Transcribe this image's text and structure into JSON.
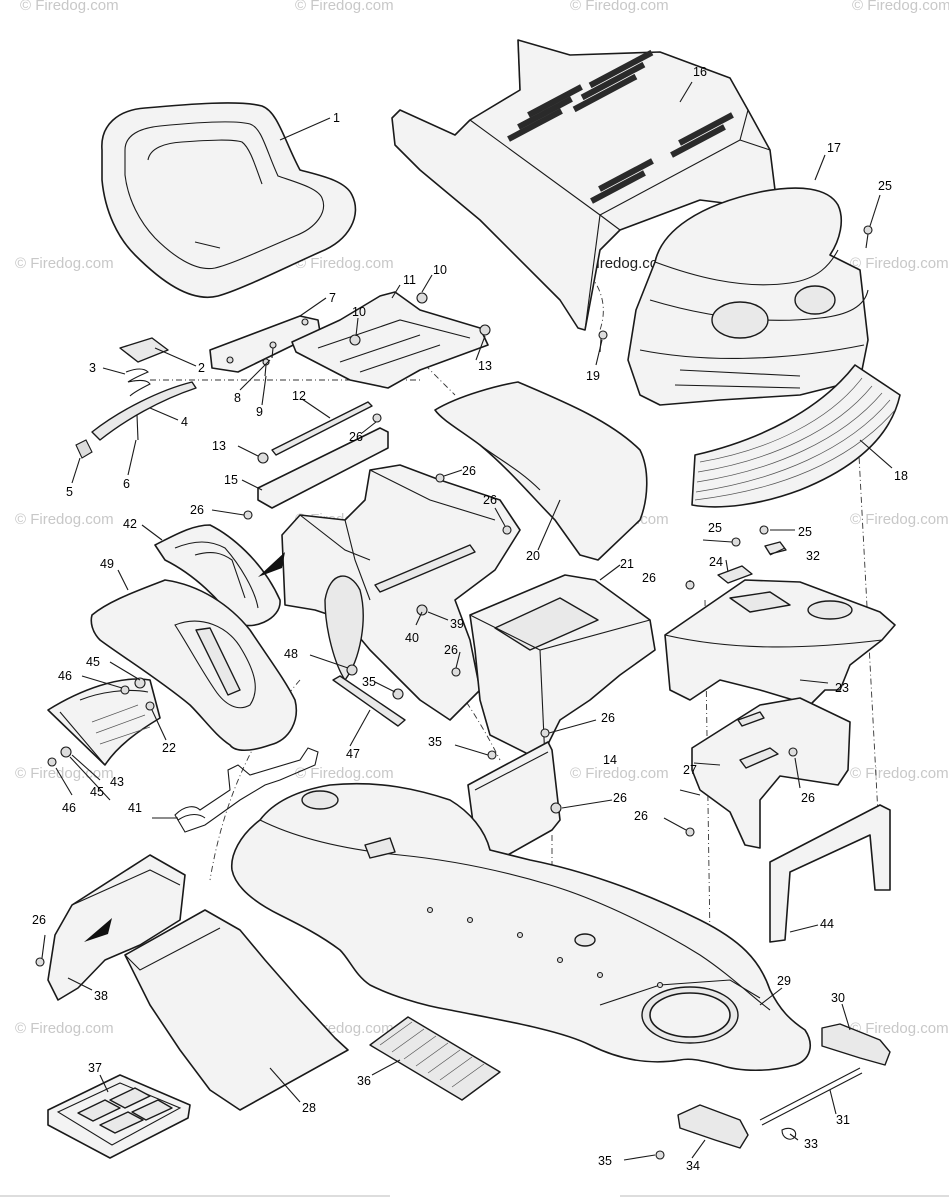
{
  "watermark": {
    "text": "© Firedog.com",
    "color": "#c8c8c8",
    "main_color": "#222222"
  },
  "parts": [
    {
      "label": "1"
    },
    {
      "label": "2"
    },
    {
      "label": "3"
    },
    {
      "label": "4"
    },
    {
      "label": "5"
    },
    {
      "label": "6"
    },
    {
      "label": "7"
    },
    {
      "label": "8"
    },
    {
      "label": "9"
    },
    {
      "label": "10"
    },
    {
      "label": "10"
    },
    {
      "label": "11"
    },
    {
      "label": "12"
    },
    {
      "label": "13"
    },
    {
      "label": "13"
    },
    {
      "label": "14"
    },
    {
      "label": "15"
    },
    {
      "label": "16"
    },
    {
      "label": "17"
    },
    {
      "label": "18"
    },
    {
      "label": "19"
    },
    {
      "label": "20"
    },
    {
      "label": "21"
    },
    {
      "label": "22"
    },
    {
      "label": "23"
    },
    {
      "label": "24"
    },
    {
      "label": "25"
    },
    {
      "label": "25"
    },
    {
      "label": "25"
    },
    {
      "label": "26"
    },
    {
      "label": "26"
    },
    {
      "label": "26"
    },
    {
      "label": "26"
    },
    {
      "label": "26"
    },
    {
      "label": "26"
    },
    {
      "label": "26"
    },
    {
      "label": "26"
    },
    {
      "label": "26"
    },
    {
      "label": "26"
    },
    {
      "label": "26"
    },
    {
      "label": "26"
    },
    {
      "label": "27"
    },
    {
      "label": "28"
    },
    {
      "label": "29"
    },
    {
      "label": "30"
    },
    {
      "label": "31"
    },
    {
      "label": "32"
    },
    {
      "label": "33"
    },
    {
      "label": "34"
    },
    {
      "label": "35"
    },
    {
      "label": "35"
    },
    {
      "label": "35"
    },
    {
      "label": "36"
    },
    {
      "label": "37"
    },
    {
      "label": "38"
    },
    {
      "label": "39"
    },
    {
      "label": "40"
    },
    {
      "label": "41"
    },
    {
      "label": "42"
    },
    {
      "label": "43"
    },
    {
      "label": "44"
    },
    {
      "label": "45"
    },
    {
      "label": "45"
    },
    {
      "label": "46"
    },
    {
      "label": "46"
    },
    {
      "label": "47"
    },
    {
      "label": "48"
    },
    {
      "label": "49"
    }
  ]
}
